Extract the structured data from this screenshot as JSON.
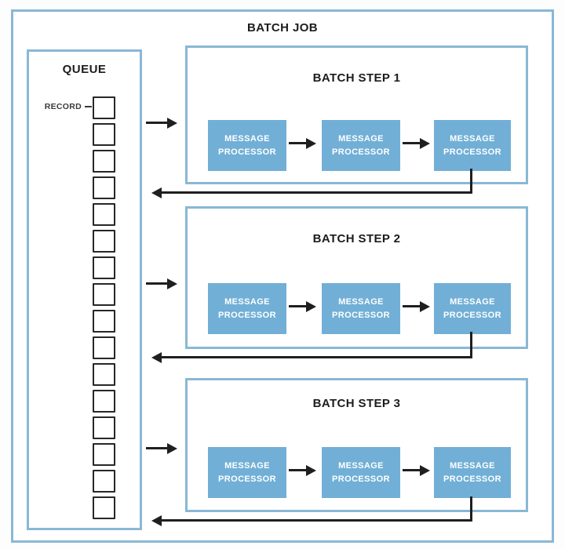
{
  "diagram": {
    "title": "BATCH JOB",
    "queue": {
      "title": "QUEUE",
      "record_label": "RECORD",
      "record_count": 16
    },
    "steps": [
      {
        "title": "BATCH STEP 1",
        "processors": [
          "MESSAGE PROCESSOR",
          "MESSAGE PROCESSOR",
          "MESSAGE PROCESSOR"
        ]
      },
      {
        "title": "BATCH STEP 2",
        "processors": [
          "MESSAGE PROCESSOR",
          "MESSAGE PROCESSOR",
          "MESSAGE PROCESSOR"
        ]
      },
      {
        "title": "BATCH STEP 3",
        "processors": [
          "MESSAGE PROCESSOR",
          "MESSAGE PROCESSOR",
          "MESSAGE PROCESSOR"
        ]
      }
    ],
    "flows": {
      "queue_to_each_step": "arrow-right",
      "step_end_back_to_queue_lane": "arrow-left"
    },
    "colors": {
      "container_border_blue": "#89b8d5",
      "processor_fill_blue": "#71afd6",
      "processor_text": "#ffffff",
      "flow_line_black": "#1f1f1f",
      "record_border": "#272727"
    }
  }
}
